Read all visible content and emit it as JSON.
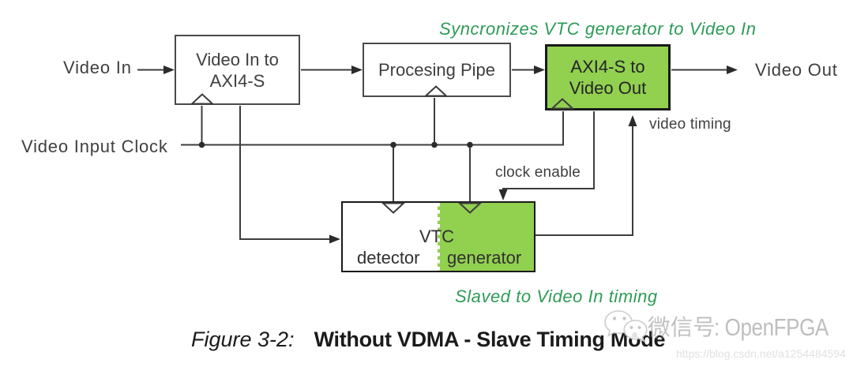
{
  "diagram": {
    "labels": {
      "video_in": "Video In",
      "video_out": "Video Out",
      "video_input_clock": "Video Input Clock",
      "clock_enable": "clock enable",
      "video_timing": "video timing"
    },
    "annotations": {
      "top": "Syncronizes VTC generator to Video In",
      "bottom": "Slaved to Video In timing"
    },
    "blocks": {
      "video_in_to_axi4s": {
        "line1": "Video In to",
        "line2": "AXI4-S"
      },
      "processing_pipe": {
        "label": "Procesing Pipe"
      },
      "axi4s_to_video_out": {
        "line1": "AXI4-S to",
        "line2": "Video Out"
      },
      "vtc": {
        "title": "VTC",
        "left_part": "detector",
        "right_part": "generator"
      }
    },
    "colors": {
      "block_green": "#92d050",
      "annotation_green": "#2e9b57",
      "line": "#3d3d3d"
    }
  },
  "caption": {
    "figure_label": "Figure 3-2:",
    "title": "Without VDMA - Slave Timing Mode"
  },
  "watermark": {
    "wechat_label": "微信号",
    "latin_text": ": OpenFPGA",
    "full_text": "微信号: OpenFPGA",
    "url_text": "https://blog.csdn.net/a1254484594"
  }
}
